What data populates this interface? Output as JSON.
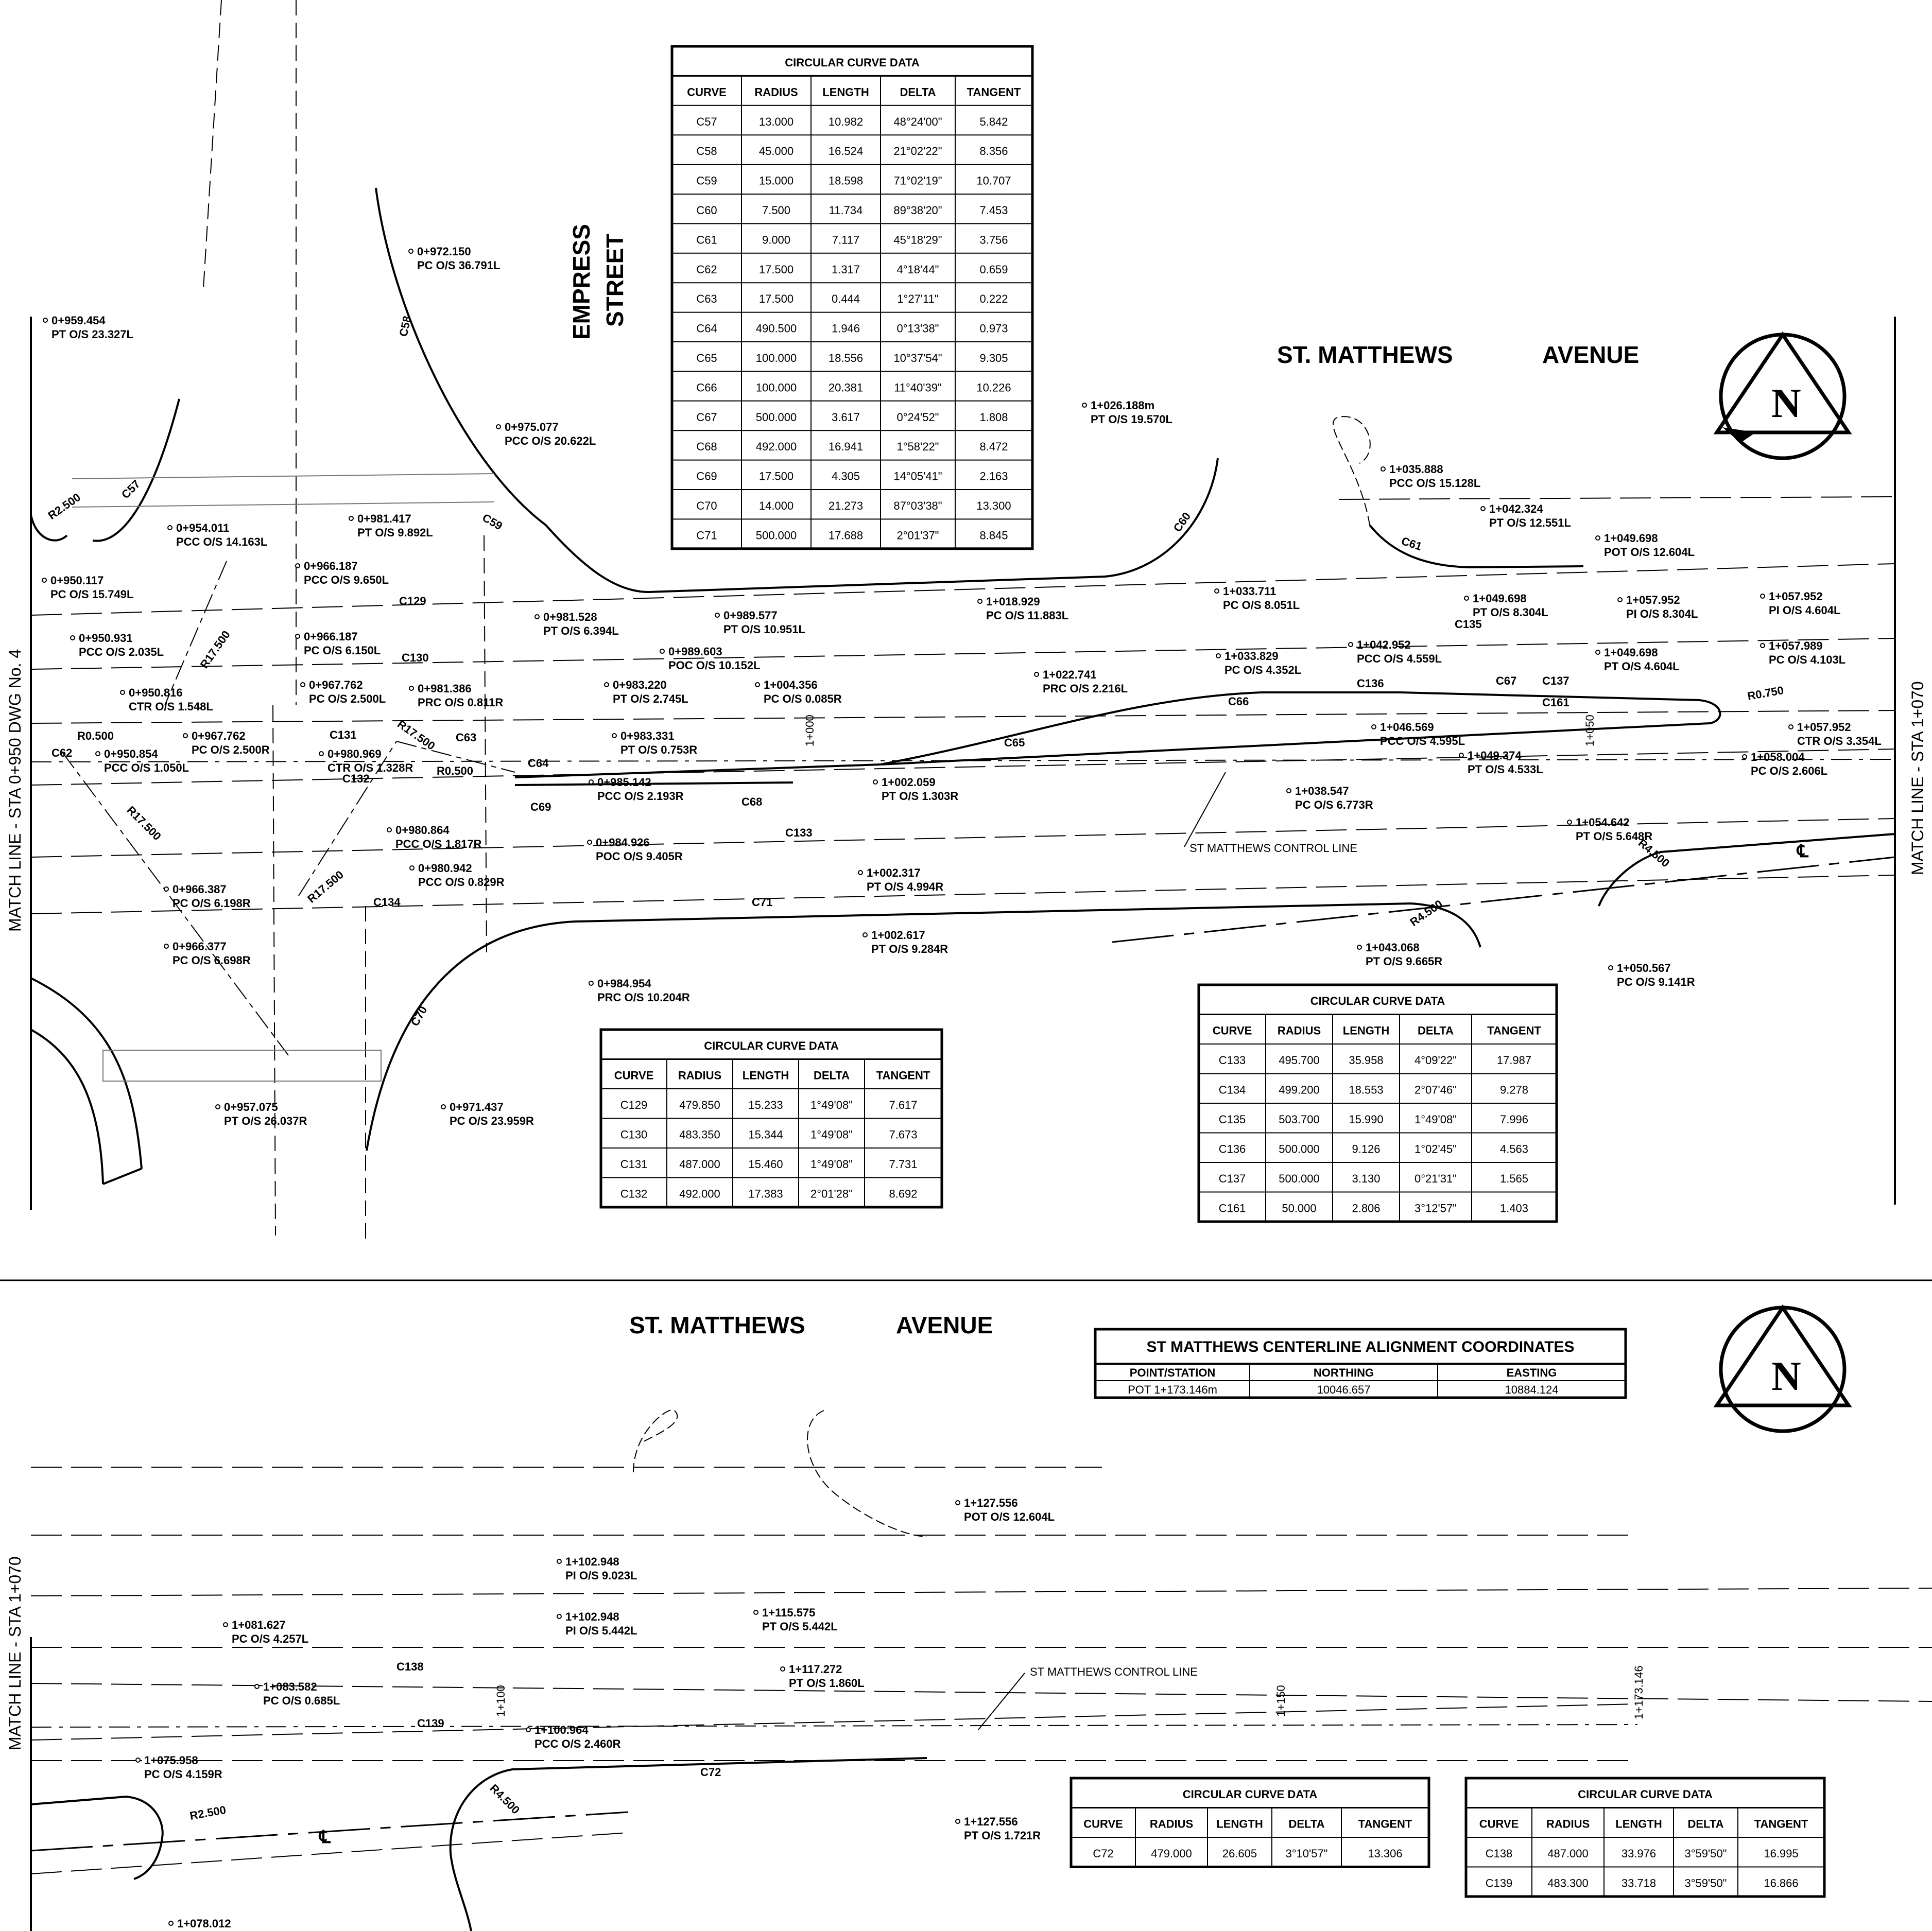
{
  "streets": {
    "empress_line1": "EMPRESS",
    "empress_line2": "STREET",
    "stmatthews_top_1": "ST. MATTHEWS",
    "stmatthews_top_2": "AVENUE",
    "stmatthews_bottom_1": "ST. MATTHEWS",
    "stmatthews_bottom_2": "AVENUE"
  },
  "match_lines": {
    "top_left": "MATCH LINE - STA 0+950 DWG No. 4",
    "top_right": "MATCH LINE - STA 1+070",
    "bottom_left": "MATCH LINE - STA 1+070"
  },
  "north_arrow_letter": "N",
  "control_line_label": "ST MATTHEWS CONTROL LINE",
  "centerline_symbol": "℄",
  "stations": {
    "s1000": "1+000",
    "s1050": "1+050",
    "s1100": "1+100",
    "s1150": "1+150",
    "s1173": "1+173.146"
  },
  "radius_labels": {
    "r2500a": "R2.500",
    "r17500a": "R17.500",
    "r17500b": "R17.500",
    "r17500c": "R17.500",
    "r17500d": "R17.500",
    "r0500a": "R0.500",
    "r0500b": "R0.500",
    "r0750": "R0.750",
    "r4500a": "R4.500",
    "r4500b": "R4.500",
    "r4500c": "R4.500",
    "r2500b": "R2.500"
  },
  "curve_labels": {
    "C57": "C57",
    "C58": "C58",
    "C59": "C59",
    "C60": "C60",
    "C61": "C61",
    "C62": "C62",
    "C63": "C63",
    "C64": "C64",
    "C65": "C65",
    "C66": "C66",
    "C67": "C67",
    "C68": "C68",
    "C69": "C69",
    "C70": "C70",
    "C71": "C71",
    "C72": "C72",
    "C129": "C129",
    "C130": "C130",
    "C131": "C131",
    "C132": "C132",
    "C133": "C133",
    "C134": "C134",
    "C135": "C135",
    "C136": "C136",
    "C137": "C137",
    "C138": "C138",
    "C139": "C139",
    "C161": "C161"
  },
  "annotations": [
    {
      "l1": "0+972.150",
      "l2": "PC O/S 36.791L"
    },
    {
      "l1": "0+959.454",
      "l2": "PT O/S 23.327L"
    },
    {
      "l1": "0+975.077",
      "l2": "PCC O/S 20.622L"
    },
    {
      "l1": "1+026.188m",
      "l2": "PT O/S 19.570L"
    },
    {
      "l1": "1+035.888",
      "l2": "PCC O/S 15.128L"
    },
    {
      "l1": "1+042.324",
      "l2": "PT O/S 12.551L"
    },
    {
      "l1": "1+049.698",
      "l2": "POT O/S 12.604L"
    },
    {
      "l1": "0+954.011",
      "l2": "PCC O/S 14.163L"
    },
    {
      "l1": "0+981.417",
      "l2": "PT O/S 9.892L"
    },
    {
      "l1": "0+950.117",
      "l2": "PC O/S 15.749L"
    },
    {
      "l1": "0+966.187",
      "l2": "PCC O/S 9.650L"
    },
    {
      "l1": "0+966.187",
      "l2": "PC O/S 6.150L"
    },
    {
      "l1": "0+981.528",
      "l2": "PT O/S 6.394L"
    },
    {
      "l1": "0+989.577",
      "l2": "PT O/S 10.951L"
    },
    {
      "l1": "0+989.603",
      "l2": "POC O/S 10.152L"
    },
    {
      "l1": "1+018.929",
      "l2": "PC O/S 11.883L"
    },
    {
      "l1": "1+033.711",
      "l2": "PC O/S 8.051L"
    },
    {
      "l1": "1+049.698",
      "l2": "PT O/S 8.304L"
    },
    {
      "l1": "1+057.952",
      "l2": "PI O/S 8.304L"
    },
    {
      "l1": "1+057.952",
      "l2": "PI O/S 4.604L"
    },
    {
      "l1": "0+950.931",
      "l2": "PCC O/S 2.035L"
    },
    {
      "l1": "1+042.952",
      "l2": "PCC O/S 4.559L"
    },
    {
      "l1": "1+057.989",
      "l2": "PC O/S 4.103L"
    },
    {
      "l1": "1+033.829",
      "l2": "PC O/S 4.352L"
    },
    {
      "l1": "1+049.698",
      "l2": "PT O/S 4.604L"
    },
    {
      "l1": "0+967.762",
      "l2": "PC O/S 2.500L"
    },
    {
      "l1": "0+981.386",
      "l2": "PRC O/S 0.811R"
    },
    {
      "l1": "0+983.220",
      "l2": "PT O/S 2.745L"
    },
    {
      "l1": "1+004.356",
      "l2": "PC O/S 0.085R"
    },
    {
      "l1": "1+022.741",
      "l2": "PRC O/S 2.216L"
    },
    {
      "l1": "0+950.816",
      "l2": "CTR O/S 1.548L"
    },
    {
      "l1": "0+967.762",
      "l2": "PC O/S 2.500R"
    },
    {
      "l1": "0+983.331",
      "l2": "PT O/S 0.753R"
    },
    {
      "l1": "1+046.569",
      "l2": "PCC O/S 4.595L"
    },
    {
      "l1": "1+057.952",
      "l2": "CTR O/S 3.354L"
    },
    {
      "l1": "0+950.854",
      "l2": "PCC O/S 1.050L"
    },
    {
      "l1": "0+980.969",
      "l2": "CTR O/S 1.328R"
    },
    {
      "l1": "1+049.374",
      "l2": "PT O/S 4.533L"
    },
    {
      "l1": "0+985.142",
      "l2": "PCC O/S 2.193R"
    },
    {
      "l1": "1+002.059",
      "l2": "PT O/S 1.303R"
    },
    {
      "l1": "1+038.547",
      "l2": "PC O/S 6.773R"
    },
    {
      "l1": "1+058.004",
      "l2": "PC O/S 2.606L"
    },
    {
      "l1": "0+980.864",
      "l2": "PCC O/S 1.817R"
    },
    {
      "l1": "1+054.642",
      "l2": "PT O/S 5.648R"
    },
    {
      "l1": "0+966.387",
      "l2": "PC O/S 6.198R"
    },
    {
      "l1": "0+980.942",
      "l2": "PCC O/S 0.829R"
    },
    {
      "l1": "0+984.926",
      "l2": "POC O/S 9.405R"
    },
    {
      "l1": "1+002.317",
      "l2": "PT O/S 4.994R"
    },
    {
      "l1": "0+966.377",
      "l2": "PC O/S 6.698R"
    },
    {
      "l1": "1+043.068",
      "l2": "PT O/S 9.665R"
    },
    {
      "l1": "1+050.567",
      "l2": "PC O/S 9.141R"
    },
    {
      "l1": "0+984.954",
      "l2": "PRC O/S 10.204R"
    },
    {
      "l1": "1+002.617",
      "l2": "PT O/S 9.284R"
    },
    {
      "l1": "0+957.075",
      "l2": "PT O/S 26.037R"
    },
    {
      "l1": "0+971.437",
      "l2": "PC O/S 23.959R"
    },
    {
      "l1": "1+127.556",
      "l2": "POT O/S 12.604L"
    },
    {
      "l1": "1+102.948",
      "l2": "PI O/S 9.023L"
    },
    {
      "l1": "1+081.627",
      "l2": "PC O/S 4.257L"
    },
    {
      "l1": "1+102.948",
      "l2": "PI O/S 5.442L"
    },
    {
      "l1": "1+115.575",
      "l2": "PT O/S 5.442L"
    },
    {
      "l1": "1+083.582",
      "l2": "PC O/S 0.685L"
    },
    {
      "l1": "1+117.272",
      "l2": "PT O/S 1.860L"
    },
    {
      "l1": "1+100.964",
      "l2": "PCC O/S 2.460R"
    },
    {
      "l1": "1+075.958",
      "l2": "PC O/S 4.159R"
    },
    {
      "l1": "1+127.556",
      "l2": "PT O/S 1.721R"
    },
    {
      "l1": "1+078.012",
      "l2": ""
    }
  ],
  "curve_table_headers": [
    "CURVE",
    "RADIUS",
    "LENGTH",
    "DELTA",
    "TANGENT"
  ],
  "tables": {
    "main": {
      "title": "CIRCULAR CURVE DATA",
      "rows": [
        [
          "C57",
          "13.000",
          "10.982",
          "48°24'00\"",
          "5.842"
        ],
        [
          "C58",
          "45.000",
          "16.524",
          "21°02'22\"",
          "8.356"
        ],
        [
          "C59",
          "15.000",
          "18.598",
          "71°02'19\"",
          "10.707"
        ],
        [
          "C60",
          "7.500",
          "11.734",
          "89°38'20\"",
          "7.453"
        ],
        [
          "C61",
          "9.000",
          "7.117",
          "45°18'29\"",
          "3.756"
        ],
        [
          "C62",
          "17.500",
          "1.317",
          "4°18'44\"",
          "0.659"
        ],
        [
          "C63",
          "17.500",
          "0.444",
          "1°27'11\"",
          "0.222"
        ],
        [
          "C64",
          "490.500",
          "1.946",
          "0°13'38\"",
          "0.973"
        ],
        [
          "C65",
          "100.000",
          "18.556",
          "10°37'54\"",
          "9.305"
        ],
        [
          "C66",
          "100.000",
          "20.381",
          "11°40'39\"",
          "10.226"
        ],
        [
          "C67",
          "500.000",
          "3.617",
          "0°24'52\"",
          "1.808"
        ],
        [
          "C68",
          "492.000",
          "16.941",
          "1°58'22\"",
          "8.472"
        ],
        [
          "C69",
          "17.500",
          "4.305",
          "14°05'41\"",
          "2.163"
        ],
        [
          "C70",
          "14.000",
          "21.273",
          "87°03'38\"",
          "13.300"
        ],
        [
          "C71",
          "500.000",
          "17.688",
          "2°01'37\"",
          "8.845"
        ]
      ]
    },
    "t129": {
      "title": "CIRCULAR CURVE DATA",
      "rows": [
        [
          "C129",
          "479.850",
          "15.233",
          "1°49'08\"",
          "7.617"
        ],
        [
          "C130",
          "483.350",
          "15.344",
          "1°49'08\"",
          "7.673"
        ],
        [
          "C131",
          "487.000",
          "15.460",
          "1°49'08\"",
          "7.731"
        ],
        [
          "C132",
          "492.000",
          "17.383",
          "2°01'28\"",
          "8.692"
        ]
      ]
    },
    "t133": {
      "title": "CIRCULAR CURVE DATA",
      "rows": [
        [
          "C133",
          "495.700",
          "35.958",
          "4°09'22\"",
          "17.987"
        ],
        [
          "C134",
          "499.200",
          "18.553",
          "2°07'46\"",
          "9.278"
        ],
        [
          "C135",
          "503.700",
          "15.990",
          "1°49'08\"",
          "7.996"
        ],
        [
          "C136",
          "500.000",
          "9.126",
          "1°02'45\"",
          "4.563"
        ],
        [
          "C137",
          "500.000",
          "3.130",
          "0°21'31\"",
          "1.565"
        ],
        [
          "C161",
          "50.000",
          "2.806",
          "3°12'57\"",
          "1.403"
        ]
      ]
    },
    "t72": {
      "title": "CIRCULAR CURVE DATA",
      "rows": [
        [
          "C72",
          "479.000",
          "26.605",
          "3°10'57\"",
          "13.306"
        ]
      ]
    },
    "t138": {
      "title": "CIRCULAR CURVE DATA",
      "rows": [
        [
          "C138",
          "487.000",
          "33.976",
          "3°59'50\"",
          "16.995"
        ],
        [
          "C139",
          "483.300",
          "33.718",
          "3°59'50\"",
          "16.866"
        ]
      ]
    }
  },
  "coord_table": {
    "title": "ST MATTHEWS CENTERLINE ALIGNMENT COORDINATES",
    "headers": [
      "POINT/STATION",
      "NORTHING",
      "EASTING"
    ],
    "row": [
      "POT 1+173.146m",
      "10046.657",
      "10884.124"
    ]
  }
}
